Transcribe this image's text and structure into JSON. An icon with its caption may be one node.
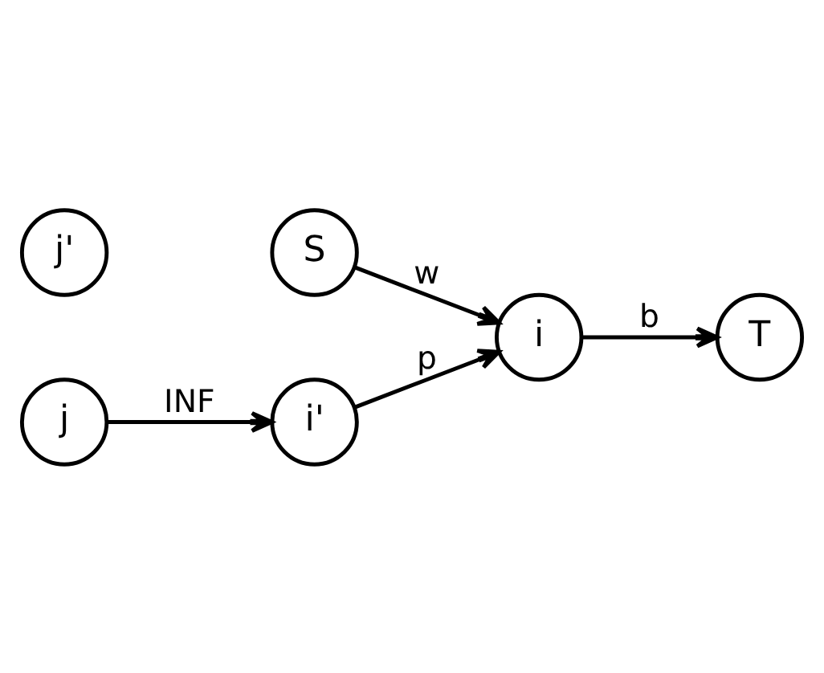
{
  "diagram": {
    "nodes": [
      {
        "text": [
          "S"
        ]
      },
      {
        "text": [
          "T"
        ]
      },
      {
        "text": [
          "i'"
        ]
      },
      {
        "text": [
          "i"
        ]
      },
      {
        "text": [
          "j'"
        ]
      },
      {
        "text": [
          "j"
        ]
      }
    ],
    "edges": [
      {
        "from": 0,
        "to": 3,
        "arrow": "to",
        "label": "w"
      },
      {
        "from": 3,
        "to": 1,
        "arrow": "to",
        "label": "b"
      },
      {
        "from": 2,
        "to": 3,
        "arrow": "to",
        "label": "p"
      },
      {
        "from": 5,
        "to": 2,
        "arrow": "to",
        "label": "INF"
      }
    ]
  }
}
